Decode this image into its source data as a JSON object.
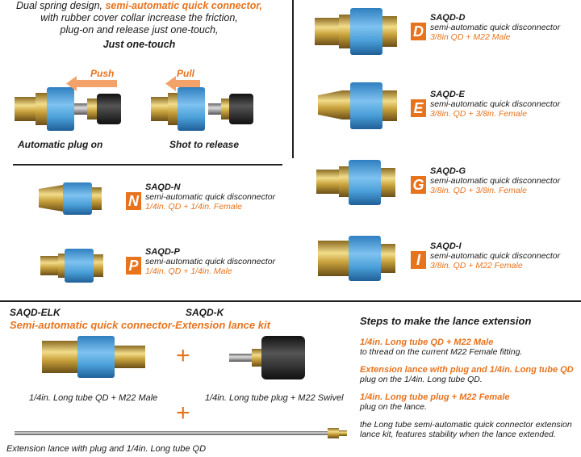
{
  "intro": {
    "line1_a": "Dual spring design, ",
    "line1_b": "semi-automatic quick connector,",
    "line2": "with rubber cover collar increase the friction,",
    "line3": "plug-on  and release just one-touch,",
    "touch": "Just one-touch",
    "push": "Push",
    "pull": "Pull",
    "auto": "Automatic plug on",
    "shot": "Shot to release"
  },
  "products": [
    {
      "code": "SAQD-D",
      "desc": "semi-automatic quick disconnector",
      "spec": "3/8in QD + M22 Male",
      "letter": "D"
    },
    {
      "code": "SAQD-E",
      "desc": "semi-automatic quick disconnector",
      "spec": "3/8in. QD + 3/8in. Female",
      "letter": "E"
    },
    {
      "code": "SAQD-G",
      "desc": "semi-automatic quick disconnector",
      "spec": "3/8in. QD + 3/8in. Female",
      "letter": "G"
    },
    {
      "code": "SAQD-I",
      "desc": "semi-automatic quick disconnector",
      "spec": "3/8in. QD + M22 Female",
      "letter": "I"
    },
    {
      "code": "SAQD-N",
      "desc": "semi-automatic quick disconnector",
      "spec": "1/4in. QD + 1/4in. Female",
      "letter": "N"
    },
    {
      "code": "SAQD-P",
      "desc": "semi-automatic quick disconnector",
      "spec": "1/4in. QD + 1/4in. Male",
      "letter": "P"
    }
  ],
  "kit": {
    "code_elk": "SAQD-ELK",
    "code_k": "SAQD-K",
    "title": "Semi-automatic quick connector-Extension lance kit",
    "cap1": "1/4in. Long tube QD + M22 Male",
    "cap2": "1/4in. Long tube plug + M22 Swivel",
    "cap3": "Extension lance with plug and 1/4in. Long tube QD",
    "plus": "+"
  },
  "steps": {
    "title": "Steps to make the lance extension",
    "s1h": "1/4in. Long tube QD + M22 Male",
    "s1t": "to thread on the current M22 Female fitting.",
    "s2h": "Extension lance with plug and 1/4in. Long tube QD",
    "s2t": "plug on the 1/4in. Long tube QD.",
    "s3h": "1/4in. Long tube plug + M22 Female",
    "s3t": "plug on the lance.",
    "s4": "the  Long tube semi-automatic quick connector extension lance kit, features stability when the lance extended."
  },
  "colors": {
    "accent": "#e8731d",
    "blue": "#4a9fd8",
    "brass": "#c9a23c"
  }
}
